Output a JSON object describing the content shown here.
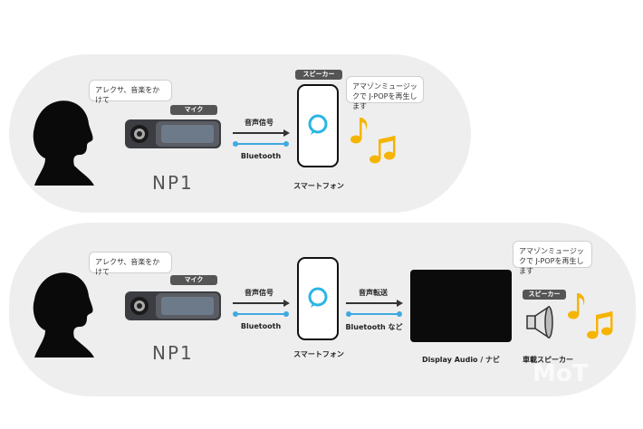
{
  "panel1": {
    "speech": "アレクサ、音楽をかけて",
    "mic_tag": "マイク",
    "device": "NP1",
    "arrow_top": "音声信号",
    "arrow_bottom": "Bluetooth",
    "speaker_tag": "スピーカー",
    "phone_label": "スマートフォン",
    "reply": "アマゾンミュージックで J-POPを再生します"
  },
  "panel2": {
    "speech": "アレクサ、音楽をかけて",
    "mic_tag": "マイク",
    "device": "NP1",
    "arrow1_top": "音声信号",
    "arrow1_bottom": "Bluetooth",
    "phone_label": "スマートフォン",
    "arrow2_top": "音声転送",
    "arrow2_bottom": "Bluetooth など",
    "display_label": "Display Audio / ナビ",
    "reply": "アマゾンミュージックで J-POPを再生します",
    "speaker_tag": "スピーカー",
    "car_speaker_label": "車載スピーカー"
  },
  "watermark": "MoT",
  "colors": {
    "panel": "#eeeeee",
    "accent_blue": "#3fa9e0",
    "note_yellow": "#f5b400",
    "alexa_cyan": "#2ab5e6"
  }
}
